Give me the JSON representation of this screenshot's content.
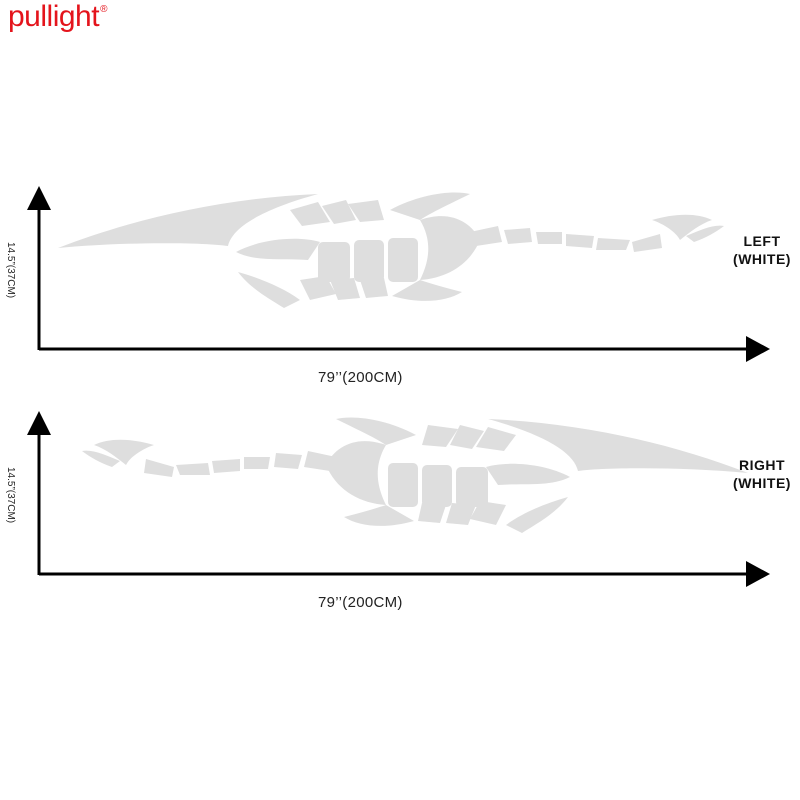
{
  "brand": {
    "name": "pullight",
    "mark": "®",
    "color": "#e4141c"
  },
  "decal_color": "#dedede",
  "panels": [
    {
      "label_line1": "LEFT",
      "label_line2": "(WHITE)",
      "width_label": "79’’(200CM)",
      "height_label": "14.5”(37CM)",
      "orientation": "head-left"
    },
    {
      "label_line1": "RIGHT",
      "label_line2": "(WHITE)",
      "width_label": "79’’(200CM)",
      "height_label": "14.5”(37CM)",
      "orientation": "head-right"
    }
  ]
}
